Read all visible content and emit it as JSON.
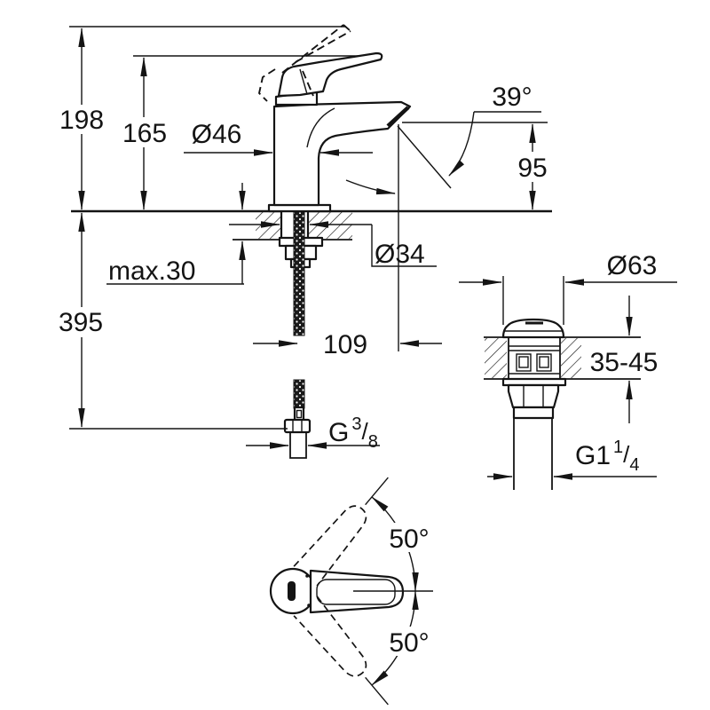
{
  "title": "Faucet dimensional technical drawing",
  "colors": {
    "line": "#141414",
    "background": "#ffffff"
  },
  "side_view": {
    "labels": {
      "total_height": "198",
      "spout_top_height": "165",
      "body_diameter": "Ø46",
      "spray_angle": "39°",
      "outlet_height": "95",
      "deck_thickness": "max.30",
      "hole_diameter": "Ø34",
      "below_deck_length": "395",
      "spout_reach": "109",
      "thread": {
        "base": "G",
        "sup": "3",
        "slash": "/",
        "sub": "8"
      }
    }
  },
  "drain_view": {
    "labels": {
      "flange_diameter": "Ø63",
      "deck_range": "35-45",
      "thread": {
        "base": "G1",
        "sup": "1",
        "slash": "/",
        "sub": "4"
      }
    }
  },
  "top_view": {
    "labels": {
      "swivel_up": "50°",
      "swivel_down": "50°"
    }
  }
}
